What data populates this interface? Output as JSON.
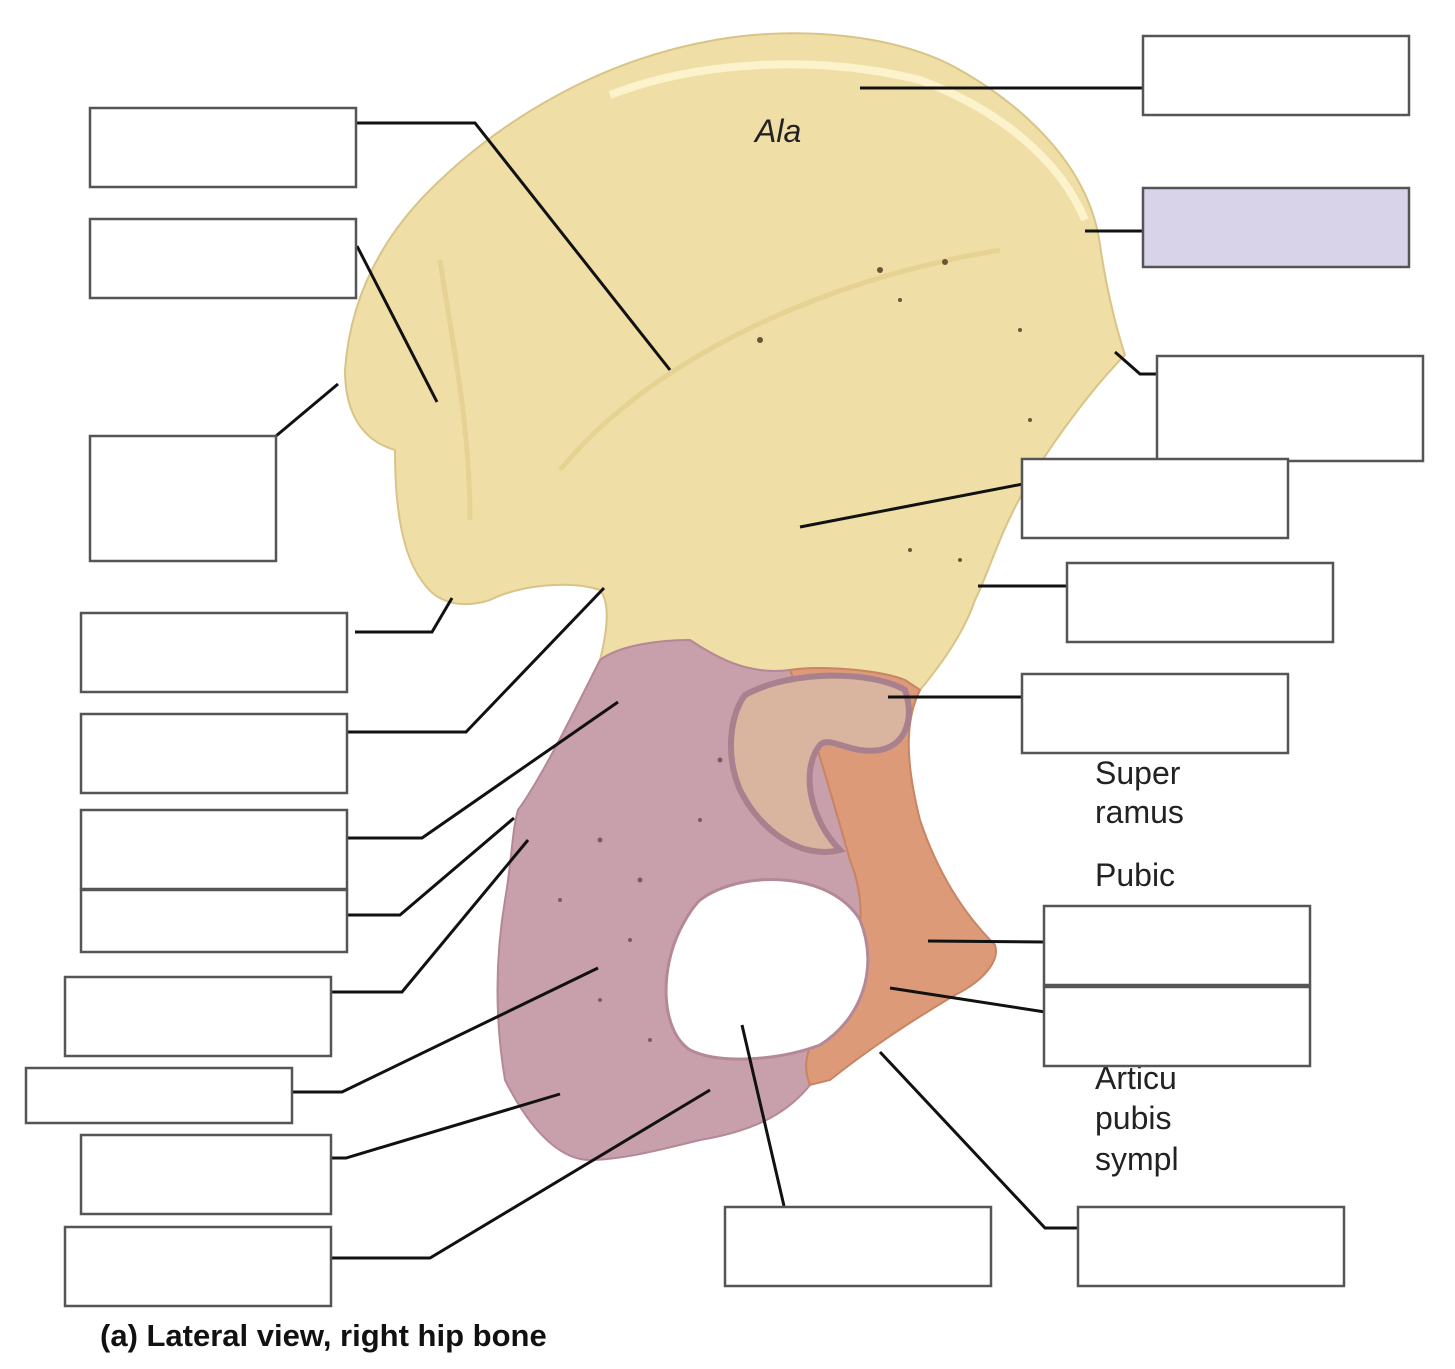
{
  "figure": {
    "caption": "(a) Lateral view, right hip bone",
    "region_labels": {
      "ala": "Ala",
      "superior_ramus": [
        "Super",
        "ramus"
      ],
      "pubic": "Pubic",
      "articular_surface": [
        "Articu",
        "pubis",
        "sympl"
      ]
    },
    "colors": {
      "ilium": "#efdfa6",
      "ischium": "#c8a0ac",
      "pubis": "#dd9a78",
      "highlighted_box": "#d8d3e8",
      "box_border": "#555555",
      "leader_line": "#111111"
    },
    "label_boxes": [
      {
        "id": "iliac-crest",
        "text": "",
        "highlighted": false
      },
      {
        "id": "iliac-tuberosity-region",
        "text": "",
        "highlighted": true
      },
      {
        "id": "anterior-superior-iliac-spine",
        "text": "",
        "highlighted": false
      },
      {
        "id": "gluteal-surface",
        "text": "",
        "highlighted": false
      },
      {
        "id": "anterior-inferior-iliac-spine",
        "text": "",
        "highlighted": false
      },
      {
        "id": "acetabulum",
        "text": "",
        "highlighted": false
      },
      {
        "id": "pubic-tubercle",
        "text": "",
        "highlighted": false
      },
      {
        "id": "inferior-ramus-pubis",
        "text": "",
        "highlighted": false
      },
      {
        "id": "inferior-ramus",
        "text": "",
        "highlighted": false
      },
      {
        "id": "obturator-foramen",
        "text": "",
        "highlighted": false
      },
      {
        "id": "posterior-gluteal-line",
        "text": "",
        "highlighted": false
      },
      {
        "id": "anterior-gluteal-line",
        "text": "",
        "highlighted": false
      },
      {
        "id": "posterior-superior-iliac-spine",
        "text": "",
        "highlighted": false
      },
      {
        "id": "posterior-inferior-iliac-spine",
        "text": "",
        "highlighted": false
      },
      {
        "id": "greater-sciatic-notch",
        "text": "",
        "highlighted": false
      },
      {
        "id": "body-of-ischium",
        "text": "",
        "highlighted": false
      },
      {
        "id": "ischial-spine",
        "text": "",
        "highlighted": false
      },
      {
        "id": "lesser-sciatic-notch",
        "text": "",
        "highlighted": false
      },
      {
        "id": "ischial-body",
        "text": "",
        "highlighted": false
      },
      {
        "id": "ischial-tuberosity",
        "text": "",
        "highlighted": false
      },
      {
        "id": "ischial-ramus",
        "text": "",
        "highlighted": false
      }
    ]
  }
}
